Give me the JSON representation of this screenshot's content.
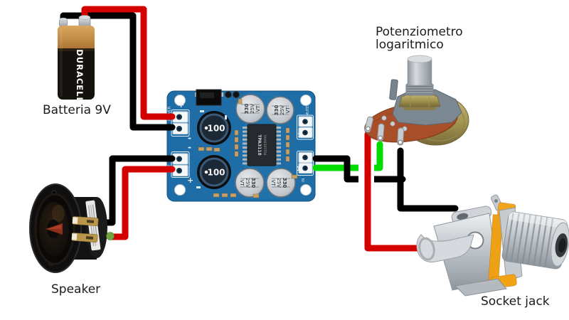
{
  "labels": {
    "battery": "Batteria 9V",
    "potentiometer_line1": "Potenziometro",
    "potentiometer_line2": "logaritmico",
    "speaker": "Speaker",
    "jack": "Socket jack"
  },
  "battery": {
    "brand": "DURACELL"
  },
  "board": {
    "pcb_color": "#1e6da6",
    "ic_marking_line1": "5AA6395T64",
    "ic_marking_line2": "TPA3118",
    "inductor_value": "100",
    "capacitor_line1": "330",
    "capacitor_line2": "25V",
    "capacitor_line3": "VT",
    "silkscreen": {
      "power_plus": "+",
      "power_minus": "-",
      "power": "POWER",
      "out": "OUT",
      "out_minus": "-",
      "out_plus": "+",
      "mute": "MUTE",
      "in_label": "IN",
      "pin1": "1"
    }
  },
  "wires": {
    "colors": {
      "positive": "#d40000",
      "ground": "#000000",
      "signal": "#00dc00"
    }
  }
}
